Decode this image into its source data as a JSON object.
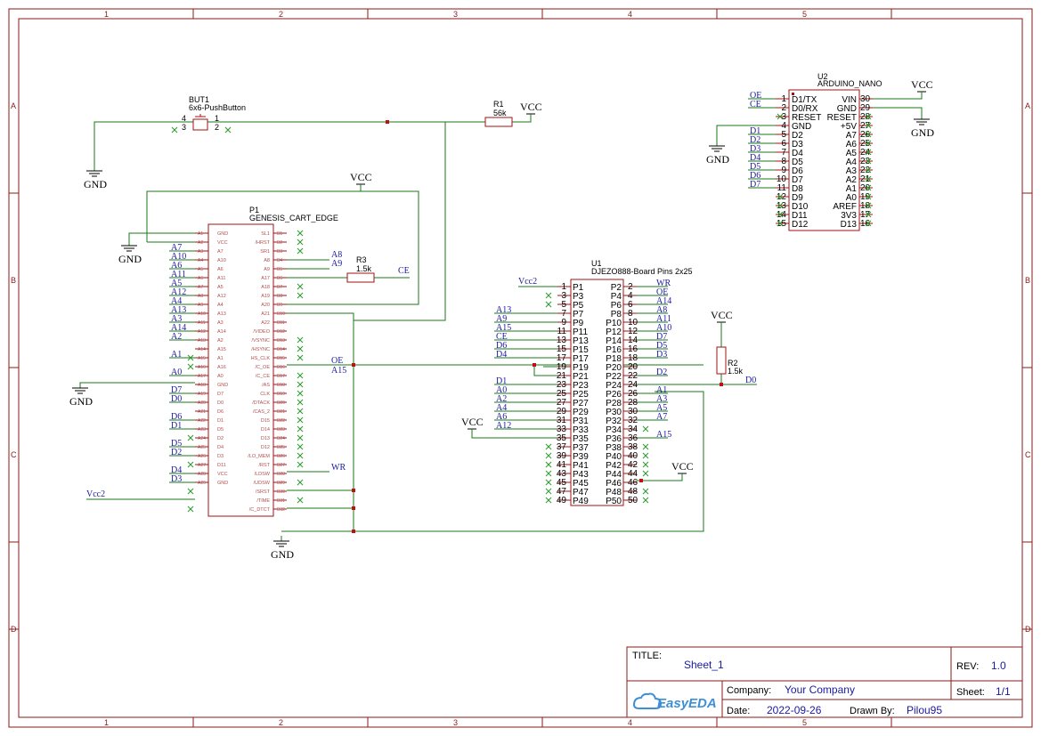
{
  "sheet": {
    "col_labels": [
      "1",
      "2",
      "3",
      "4",
      "5"
    ],
    "row_labels": [
      "A",
      "B",
      "C",
      "D"
    ]
  },
  "components": {
    "but1": {
      "ref": "BUT1",
      "value": "6x6-PushButton",
      "pins": [
        "4",
        "3",
        "1",
        "2"
      ]
    },
    "r1": {
      "ref": "R1",
      "value": "56k"
    },
    "r2": {
      "ref": "R2",
      "value": "1.5k"
    },
    "r3": {
      "ref": "R3",
      "value": "1.5k"
    },
    "u2": {
      "ref": "U2",
      "value": "ARDUINO_NANO",
      "left_pins": [
        [
          "1",
          "D1/TX"
        ],
        [
          "2",
          "D0/RX"
        ],
        [
          "3",
          "RESET"
        ],
        [
          "4",
          "GND"
        ],
        [
          "5",
          "D2"
        ],
        [
          "6",
          "D3"
        ],
        [
          "7",
          "D4"
        ],
        [
          "8",
          "D5"
        ],
        [
          "9",
          "D6"
        ],
        [
          "10",
          "D7"
        ],
        [
          "11",
          "D8"
        ],
        [
          "12",
          "D9"
        ],
        [
          "13",
          "D10"
        ],
        [
          "14",
          "D11"
        ],
        [
          "15",
          "D12"
        ]
      ],
      "right_pins": [
        [
          "30",
          "VIN"
        ],
        [
          "29",
          "GND"
        ],
        [
          "28",
          "RESET"
        ],
        [
          "27",
          "+5V"
        ],
        [
          "26",
          "A7"
        ],
        [
          "25",
          "A6"
        ],
        [
          "24",
          "A5"
        ],
        [
          "23",
          "A4"
        ],
        [
          "22",
          "A3"
        ],
        [
          "21",
          "A2"
        ],
        [
          "20",
          "A1"
        ],
        [
          "19",
          "A0"
        ],
        [
          "18",
          "AREF"
        ],
        [
          "17",
          "3V3"
        ],
        [
          "16",
          "D13"
        ]
      ]
    },
    "p1": {
      "ref": "P1",
      "value": "GENESIS_CART_EDGE",
      "left_pins": [
        [
          "A1",
          "GND"
        ],
        [
          "A2",
          "VCC"
        ],
        [
          "A3",
          "A7"
        ],
        [
          "A4",
          "A10"
        ],
        [
          "A5",
          "A6"
        ],
        [
          "A6",
          "A11"
        ],
        [
          "A7",
          "A5"
        ],
        [
          "A8",
          "A12"
        ],
        [
          "A9",
          "A4"
        ],
        [
          "A10",
          "A13"
        ],
        [
          "A11",
          "A3"
        ],
        [
          "A12",
          "A14"
        ],
        [
          "A13",
          "A2"
        ],
        [
          "A14",
          "A15"
        ],
        [
          "A15",
          "A1"
        ],
        [
          "A16",
          "A16"
        ],
        [
          "A17",
          "A0"
        ],
        [
          "A18",
          "GND"
        ],
        [
          "A19",
          "D7"
        ],
        [
          "A20",
          "D0"
        ],
        [
          "A21",
          "D6"
        ],
        [
          "A22",
          "D1"
        ],
        [
          "A23",
          "D5"
        ],
        [
          "A24",
          "D2"
        ],
        [
          "A25",
          "D4"
        ],
        [
          "A26",
          "D3"
        ],
        [
          "A27",
          "D11"
        ],
        [
          "A28",
          "VCC"
        ],
        [
          "A29",
          "GND"
        ]
      ],
      "right_pins": [
        [
          "B1",
          "SL1"
        ],
        [
          "B2",
          "/HRST"
        ],
        [
          "B3",
          "SR1"
        ],
        [
          "B4",
          "A8"
        ],
        [
          "B5",
          "A9"
        ],
        [
          "B6",
          "A17"
        ],
        [
          "B7",
          "A18"
        ],
        [
          "B8",
          "A19"
        ],
        [
          "B9",
          "A20"
        ],
        [
          "B10",
          "A21"
        ],
        [
          "B11",
          "A22"
        ],
        [
          "B12",
          "/VIDEO"
        ],
        [
          "B13",
          "/VSYNC"
        ],
        [
          "B14",
          "/HSYNC"
        ],
        [
          "B15",
          "HS_CLK"
        ],
        [
          "B16",
          "/C_OE"
        ],
        [
          "B17",
          "/C_CE"
        ],
        [
          "B18",
          "/AS"
        ],
        [
          "B19",
          "CLK"
        ],
        [
          "B20",
          "/DTACK"
        ],
        [
          "B21",
          "/CAS_2"
        ],
        [
          "B22",
          "D15"
        ],
        [
          "B23",
          "D14"
        ],
        [
          "B24",
          "D13"
        ],
        [
          "B25",
          "D12"
        ],
        [
          "B26",
          "/LO_MEM"
        ],
        [
          "B27",
          "/RST"
        ],
        [
          "B28",
          "/LDSW"
        ],
        [
          "B29",
          "/UDSW"
        ],
        [
          "B30",
          "/SRST"
        ],
        [
          "B31",
          "/TIME"
        ],
        [
          "B32",
          "/C_DTCT"
        ]
      ]
    },
    "u1": {
      "ref": "U1",
      "value": "DJEZO888-Board Pins 2x25"
    }
  },
  "nets": {
    "gnd": "GND",
    "vcc": "VCC",
    "vcc2": "Vcc2",
    "u2_left": [
      "OE",
      "CE",
      "",
      "",
      "D1",
      "D2",
      "D3",
      "D4",
      "D5",
      "D6",
      "D7"
    ],
    "p1_left": [
      "A7",
      "A10",
      "A6",
      "A11",
      "A5",
      "A12",
      "A4",
      "A13",
      "A3",
      "A14",
      "A2",
      "A1",
      "A0",
      "D7",
      "D0",
      "D6",
      "D1",
      "D5",
      "D2",
      "D4",
      "D3"
    ],
    "p1_right": [
      "A8",
      "A9",
      "CE",
      "OE",
      "A15",
      "WR"
    ],
    "u1_left": [
      "Vcc2",
      "A13",
      "A9",
      "A15",
      "CE",
      "D6",
      "D4",
      "D1",
      "A0",
      "A2",
      "A4",
      "A6",
      "A12"
    ],
    "u1_right": [
      "WR",
      "OE",
      "A14",
      "A8",
      "A11",
      "A10",
      "D7",
      "D5",
      "D3",
      "D2",
      "A1",
      "A3",
      "A5",
      "A7",
      "A15"
    ],
    "d0": "D0"
  },
  "title_block": {
    "title_label": "TITLE:",
    "title": "Sheet_1",
    "rev_label": "REV:",
    "rev": "1.0",
    "company_label": "Company:",
    "company": "Your Company",
    "sheet_label": "Sheet:",
    "sheet": "1/1",
    "date_label": "Date:",
    "date": "2022-09-26",
    "drawn_label": "Drawn By:",
    "drawn": "Pilou95",
    "logo": "EasyEDA"
  }
}
